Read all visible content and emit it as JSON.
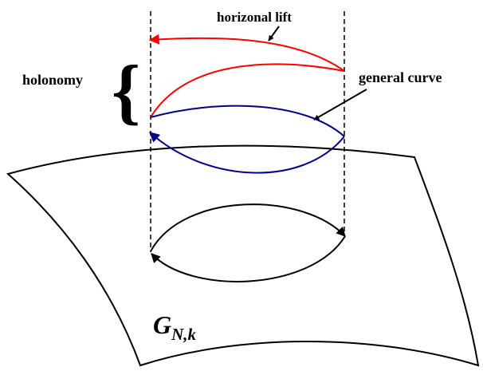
{
  "labels": {
    "horizontal_lift": "horizonal lift",
    "general_curve": "general curve",
    "holonomy": "holonomy",
    "brace": "{",
    "manifold_main": "G",
    "manifold_sub": "N,k"
  },
  "colors": {
    "lift": "#ff0000",
    "general": "#00008b",
    "base": "#000000",
    "surface": "#000000"
  }
}
